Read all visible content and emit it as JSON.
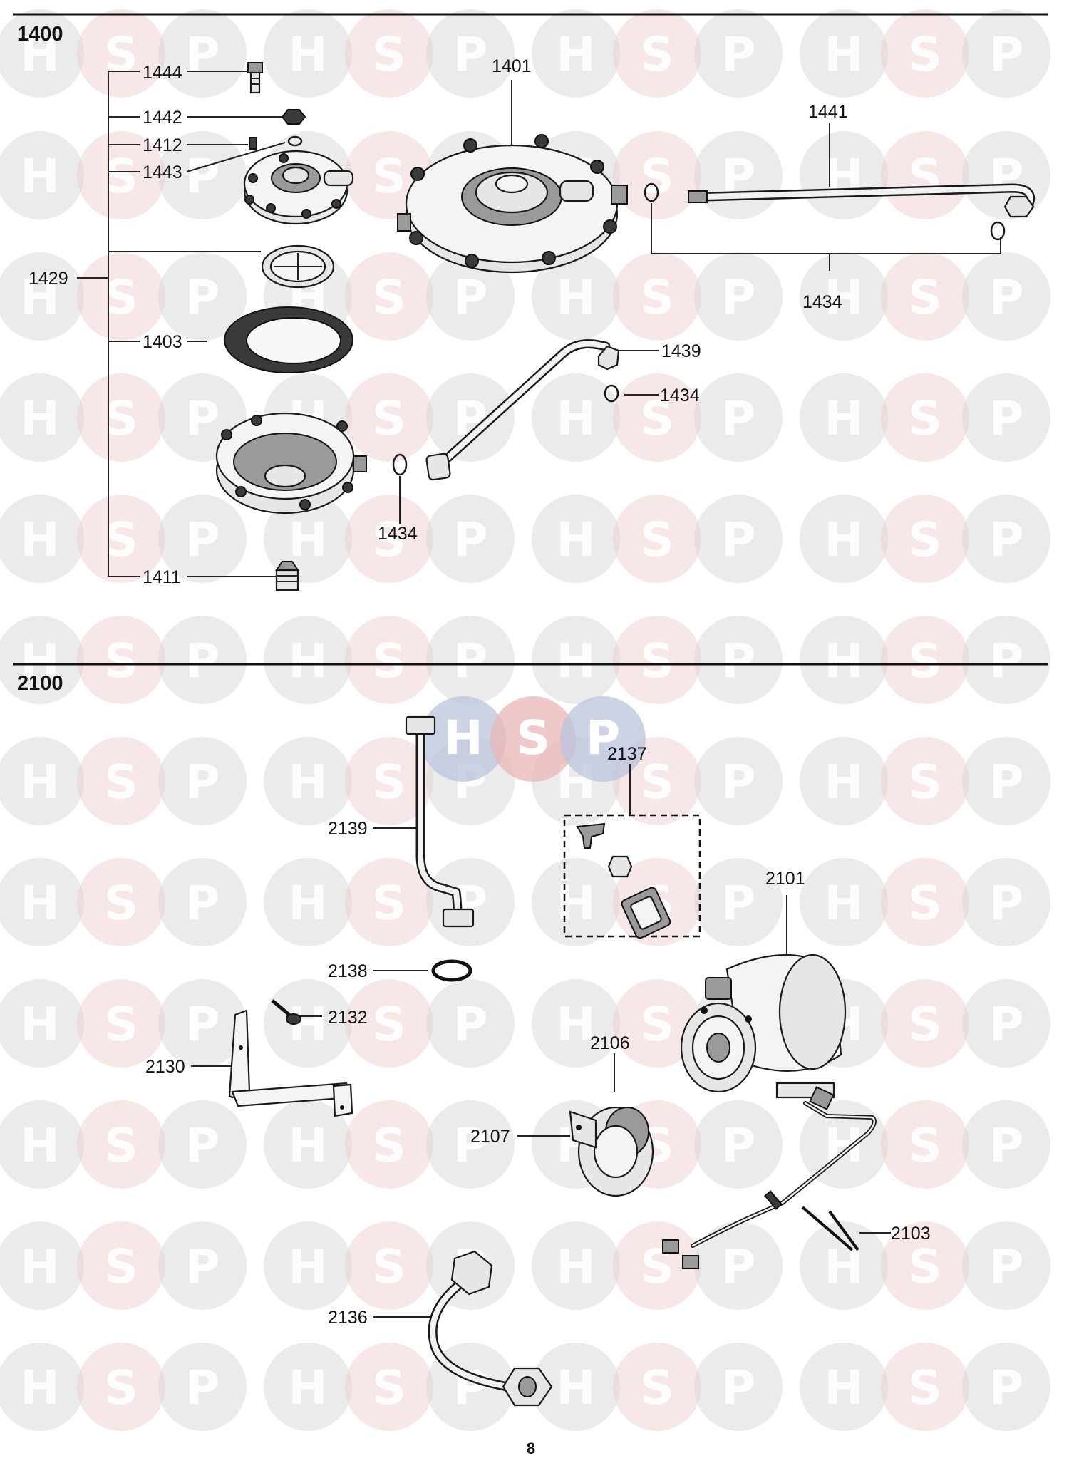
{
  "sections": [
    {
      "label": "1400",
      "callouts": [
        "1444",
        "1442",
        "1412",
        "1443",
        "1429",
        "1403",
        "1411",
        "1401",
        "1441",
        "1434",
        "1439",
        "1434",
        "1434"
      ]
    },
    {
      "label": "2100",
      "callouts": [
        "2139",
        "2137",
        "2101",
        "2138",
        "2132",
        "2130",
        "2106",
        "2107",
        "2103",
        "2136"
      ]
    }
  ],
  "watermark": {
    "letters": [
      "H",
      "S",
      "P"
    ],
    "colors": {
      "H": "#d2d2d2",
      "S": "#efc9c9",
      "P": "#d2d2d2"
    },
    "logo_colors": {
      "H": "#b9c4dc",
      "S": "#eab7b7",
      "P": "#b9c4dc"
    }
  },
  "page_number": "8"
}
